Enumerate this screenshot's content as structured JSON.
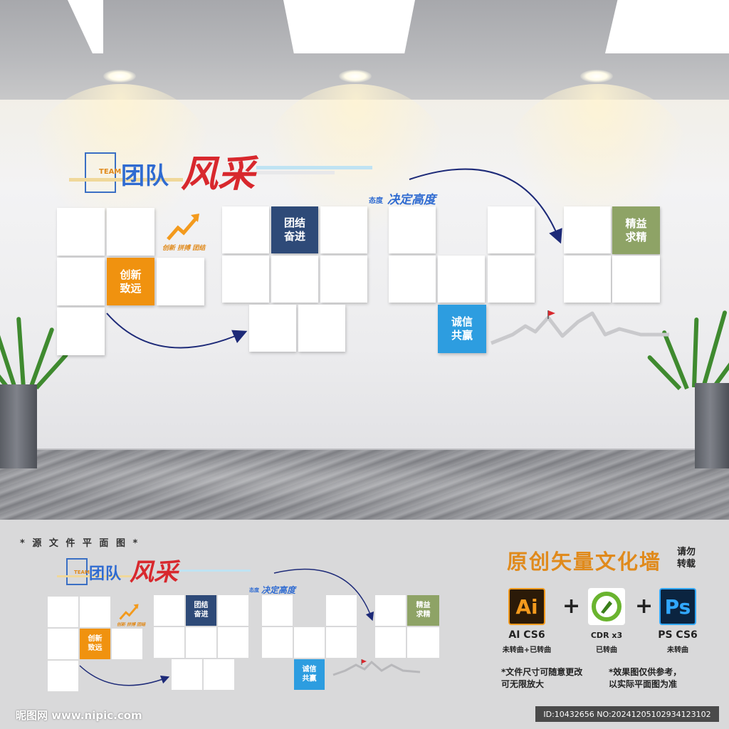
{
  "top_panel": {
    "team_small": "TEAM",
    "team_title": "团队",
    "team_script": "风采",
    "keywords": "创新 拼搏 团结",
    "slogan_small": "态度",
    "slogan_big": "决定高度",
    "values": [
      {
        "label": "创新\n致远",
        "color": "#f0920f"
      },
      {
        "label": "团结\n奋进",
        "color": "#2e4a78"
      },
      {
        "label": "诚信\n共赢",
        "color": "#2d9de0"
      },
      {
        "label": "精益\n求精",
        "color": "#8ea366"
      }
    ]
  },
  "bottom_section": {
    "label": "* 源 文 件 平 面 图 *",
    "brand_title": "原创矢量文化墙",
    "brand_note": "请勿\n转载",
    "apps": [
      {
        "icon_text": "Ai",
        "icon": "illustrator-icon",
        "name": "AI CS6",
        "note": "未转曲+已转曲",
        "bg": "#2b1a08",
        "fg": "#f39a1d"
      },
      {
        "icon_text": "",
        "icon": "coreldraw-icon",
        "name": "CDR x3",
        "note": "已转曲",
        "bg": "#ffffff",
        "fg": "#6ab42f"
      },
      {
        "icon_text": "Ps",
        "icon": "photoshop-icon",
        "name": "PS CS6",
        "note": "未转曲",
        "bg": "#0b2440",
        "fg": "#31a8ff"
      }
    ],
    "plus": "+",
    "note_left": "*文件尺寸可随意更改\n  可无限放大",
    "note_right": "*效果图仅供参考，\n  以实际平面图为准",
    "watermark": "昵图网 www.nipic.com",
    "image_id": "ID:10432656 NO:20241205102934123102"
  },
  "colors": {
    "accent_blue": "#2f6bd1",
    "accent_orange": "#e08a1c",
    "accent_red": "#d8282d",
    "arrow_navy": "#1d2a78"
  }
}
